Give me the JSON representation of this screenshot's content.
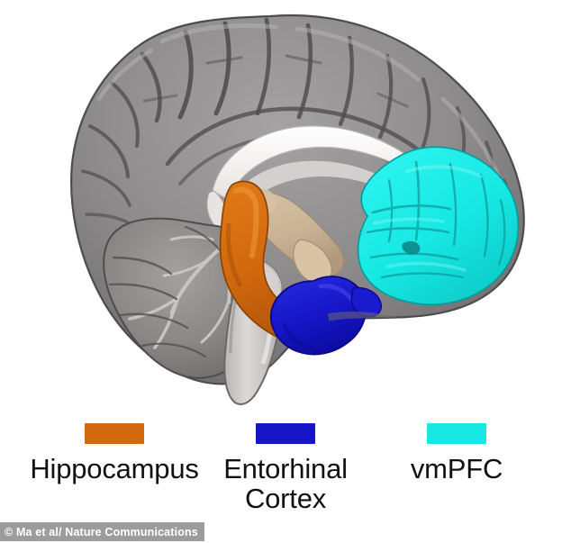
{
  "figure": {
    "title": "Medial sagittal brain section with highlighted memory-network regions",
    "background_color": "#ffffff"
  },
  "brain": {
    "view": "mid-sagittal",
    "tissue_colors": {
      "cortex_gray": "#8e8b8c",
      "cortex_gray_light": "#a8a5a6",
      "cortex_gray_dark": "#6e6b6c",
      "sulci": "#4a4748",
      "white_matter": "#efeceb",
      "corpus_callosum": "#f2efed",
      "brainstem": "#cfcccb",
      "cerebellum": "#94908f",
      "subcortical_tan": "#cdb596"
    },
    "regions": [
      {
        "name": "hippocampus",
        "color": "#d2690e",
        "description": "elongated curved C-shaped body in medial temporal lobe"
      },
      {
        "name": "entorhinal-cortex",
        "color": "#1616c8",
        "description": "rounded blob inferior and anterior to hippocampus"
      },
      {
        "name": "vmPFC",
        "color": "#17e8e4",
        "description": "large ventromedial prefrontal territory at anterior inferior frontal lobe"
      }
    ]
  },
  "legend": {
    "items": [
      {
        "swatch_name": "hippocampus-swatch",
        "label": "Hippocampus",
        "color": "#d2690e"
      },
      {
        "swatch_name": "entorhinal-cortex-swatch",
        "label": "Entorhinal\nCortex",
        "color": "#1616c8"
      },
      {
        "swatch_name": "vmpfc-swatch",
        "label": "vmPFC",
        "color": "#17e8e4"
      }
    ]
  },
  "credit": {
    "text": "© Ma et al/ Nature Communications",
    "background_color": "#9c9c9c",
    "text_color": "#ffffff"
  }
}
